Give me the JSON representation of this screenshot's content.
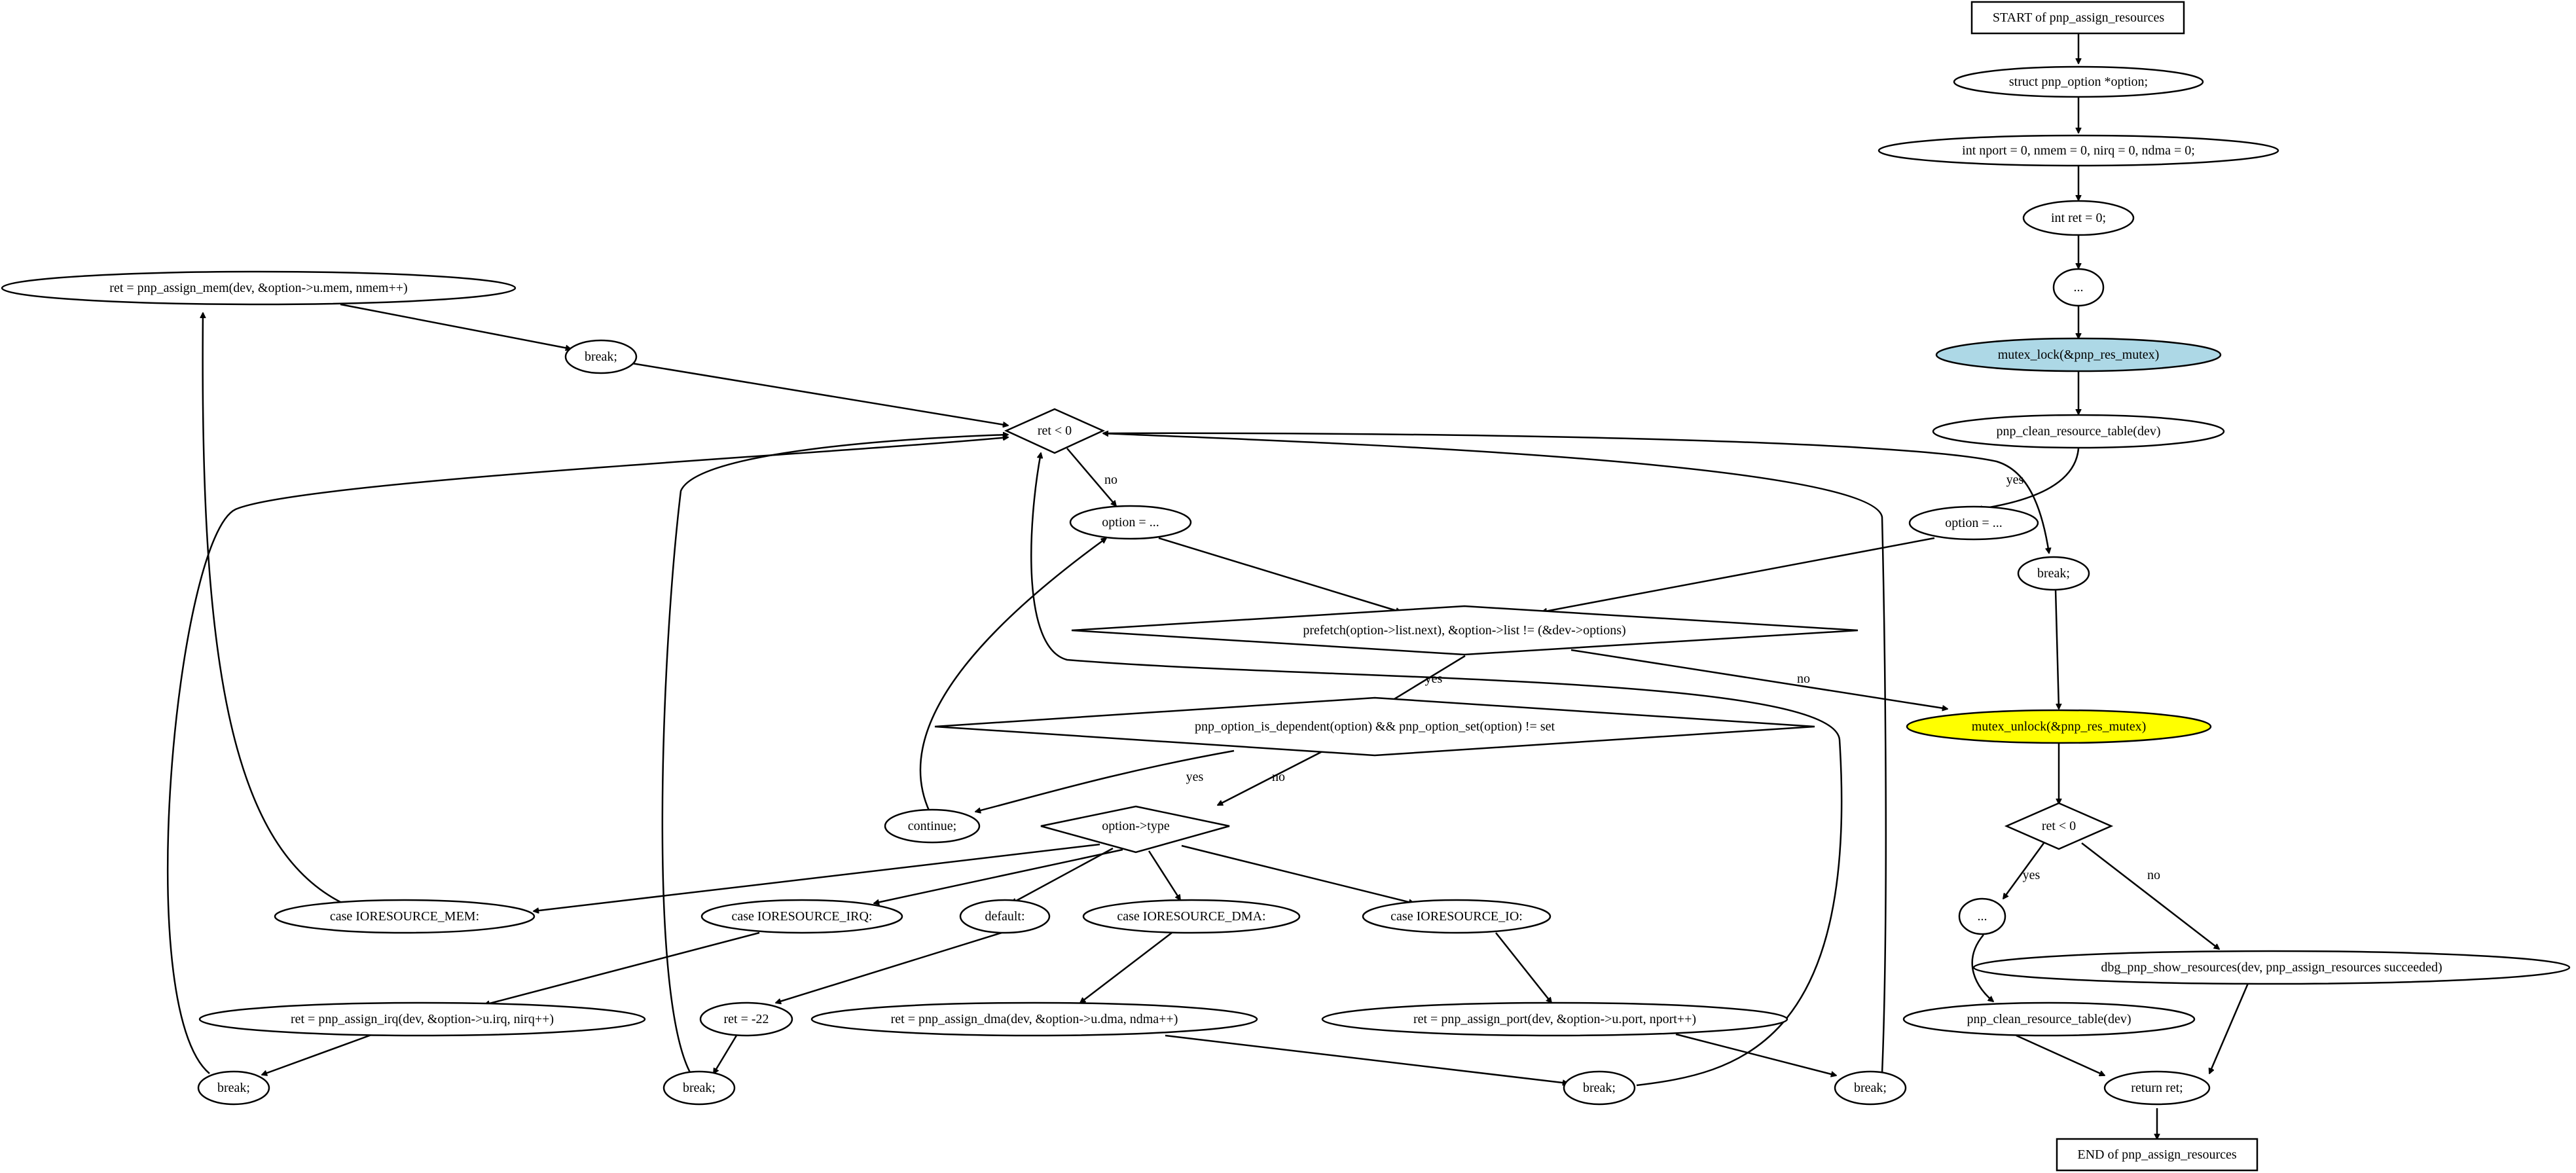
{
  "diagram": {
    "nodes": {
      "start": {
        "label": "START of pnp_assign_resources"
      },
      "decl_option": {
        "label": "struct pnp_option *option;"
      },
      "decl_counts": {
        "label": "int nport = 0, nmem = 0, nirq = 0, ndma = 0;"
      },
      "decl_ret": {
        "label": "int ret = 0;"
      },
      "ellipsis1": {
        "label": "..."
      },
      "mutex_lock": {
        "label": "mutex_lock(&pnp_res_mutex)",
        "fill": "#add8e6"
      },
      "clean1": {
        "label": "pnp_clean_resource_table(dev)"
      },
      "option_init": {
        "label": "option = ..."
      },
      "loop_cond": {
        "label": "prefetch(option->list.next), &option->list != (&dev->options)"
      },
      "dep_cond": {
        "label": "pnp_option_is_dependent(option) && pnp_option_set(option) != set"
      },
      "continue": {
        "label": "continue;"
      },
      "option_next": {
        "label": "option = ..."
      },
      "switch_type": {
        "label": "option->type"
      },
      "case_mem": {
        "label": "case IORESOURCE_MEM:"
      },
      "case_irq": {
        "label": "case IORESOURCE_IRQ:"
      },
      "case_default": {
        "label": "default:"
      },
      "case_dma": {
        "label": "case IORESOURCE_DMA:"
      },
      "case_io": {
        "label": "case IORESOURCE_IO:"
      },
      "assign_mem": {
        "label": "ret = pnp_assign_mem(dev, &option->u.mem, nmem++)"
      },
      "break_mem": {
        "label": "break;"
      },
      "assign_irq": {
        "label": "ret = pnp_assign_irq(dev, &option->u.irq, nirq++)"
      },
      "break_irq": {
        "label": "break;"
      },
      "ret_neg": {
        "label": "ret = -22"
      },
      "break_default": {
        "label": "break;"
      },
      "assign_dma": {
        "label": "ret = pnp_assign_dma(dev, &option->u.dma, ndma++)"
      },
      "break_dma": {
        "label": "break;"
      },
      "assign_port": {
        "label": "ret = pnp_assign_port(dev, &option->u.port, nport++)"
      },
      "break_io": {
        "label": "break;"
      },
      "ret_check1": {
        "label": "ret < 0"
      },
      "break_loop": {
        "label": "break;"
      },
      "mutex_unlock": {
        "label": "mutex_unlock(&pnp_res_mutex)",
        "fill": "#ffff00"
      },
      "ret_check2": {
        "label": "ret < 0"
      },
      "ellipsis2": {
        "label": "..."
      },
      "clean2": {
        "label": "pnp_clean_resource_table(dev)"
      },
      "dbg": {
        "label": "dbg_pnp_show_resources(dev, pnp_assign_resources succeeded)"
      },
      "return_ret": {
        "label": "return ret;"
      },
      "end": {
        "label": "END of pnp_assign_resources"
      }
    },
    "edge_labels": {
      "yes": "yes",
      "no": "no"
    }
  }
}
